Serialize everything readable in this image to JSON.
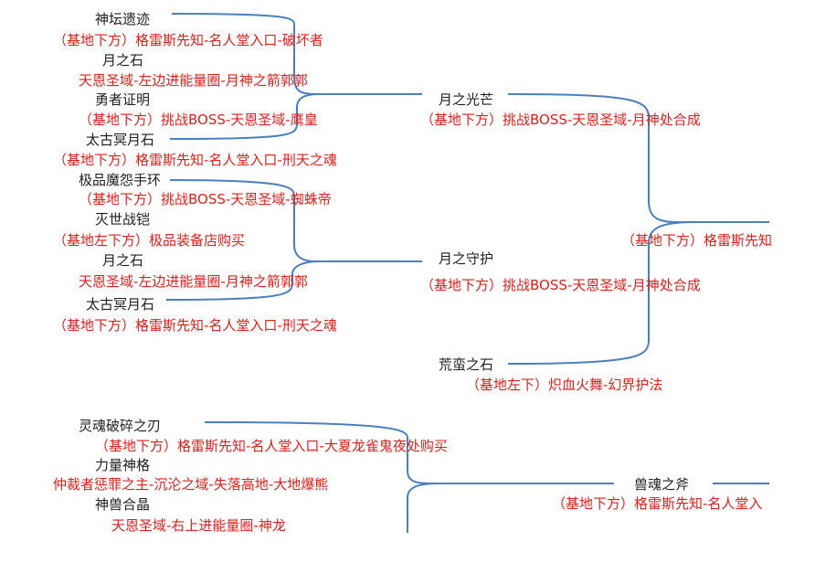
{
  "group1": {
    "items": [
      {
        "name": "神坛遗迹",
        "source": "（基地下方）格雷斯先知-名人堂入口-破坏者"
      },
      {
        "name": "月之石",
        "source": "天恩圣域-左边进能量圈-月神之箭郭郭"
      },
      {
        "name": "勇者证明",
        "source": "（基地下方）挑战BOSS-天恩圣域-鹰皇"
      },
      {
        "name": "太古冥月石",
        "source": "（基地下方）格雷斯先知-名人堂入口-刑天之魂"
      },
      {
        "name": "极品魔怨手环",
        "source": "（基地下方）挑战BOSS-天恩圣域-蜘蛛帝"
      },
      {
        "name": "灭世战铠",
        "source": "（基地左下方）极品装备店购买"
      },
      {
        "name": "月之石",
        "source": "天恩圣域-左边进能量圈-月神之箭郭郭"
      },
      {
        "name": "太古冥月石",
        "source": "（基地下方）格雷斯先知-名人堂入口-刑天之魂"
      }
    ],
    "mid": [
      {
        "name": "月之光芒",
        "source": "（基地下方）挑战BOSS-天恩圣域-月神处合成"
      },
      {
        "name": "月之守护",
        "source": "（基地下方）挑战BOSS-天恩圣域-月神处合成"
      },
      {
        "name": "荒蛮之石",
        "source": "（基地左下）炽血火舞-幻界护法"
      }
    ],
    "final": {
      "source": "（基地下方）格雷斯先知"
    }
  },
  "group2": {
    "items": [
      {
        "name": "灵魂破碎之刃",
        "source": "（基地下方）格雷斯先知-名人堂入口-大夏龙雀鬼夜处购买"
      },
      {
        "name": "力量神格",
        "source": "仲裁者惩罪之主-沉沦之域-失落高地-大地爆熊"
      },
      {
        "name": "神兽合晶",
        "source": "天恩圣域-右上进能量圈-神龙"
      }
    ],
    "result": {
      "name": "兽魂之斧",
      "source": "（基地下方）格雷斯先知-名人堂入"
    }
  }
}
